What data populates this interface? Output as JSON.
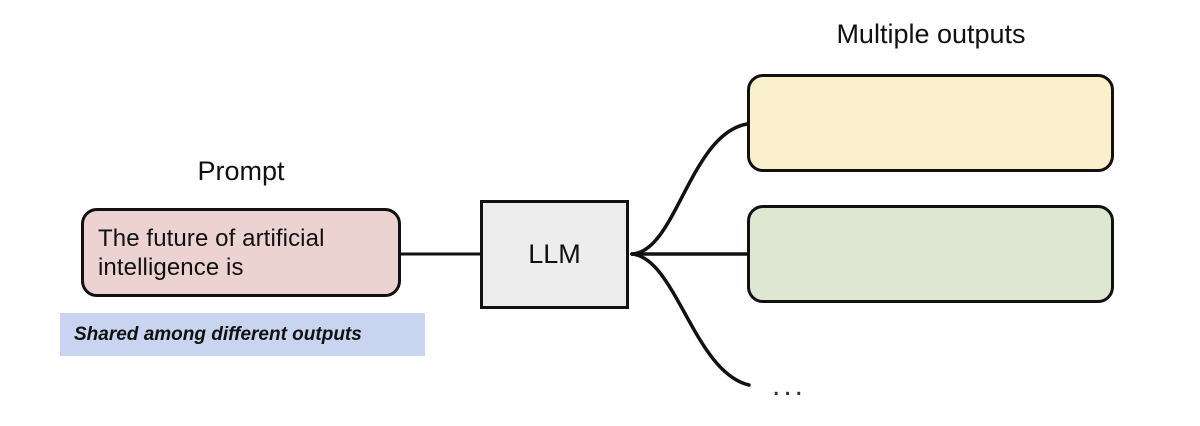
{
  "diagram": {
    "title_hidden": "",
    "prompt": {
      "label": "Prompt",
      "text": "The future of artificial intelligence is",
      "fill": "#EDD2D2"
    },
    "shared_note": {
      "text": "Shared among different outputs",
      "fill": "#C9D4F0"
    },
    "model": {
      "label": "LLM",
      "fill": "#EDEDED"
    },
    "outputs": {
      "label": "Multiple outputs",
      "ellipsis": "...",
      "boxes": [
        {
          "name": "output-1",
          "text": "",
          "fill": "#FBF0CC"
        },
        {
          "name": "output-2",
          "text": "",
          "fill": "#DDE7D2"
        }
      ]
    },
    "stroke_color": "#111111",
    "background": "#ffffff"
  }
}
